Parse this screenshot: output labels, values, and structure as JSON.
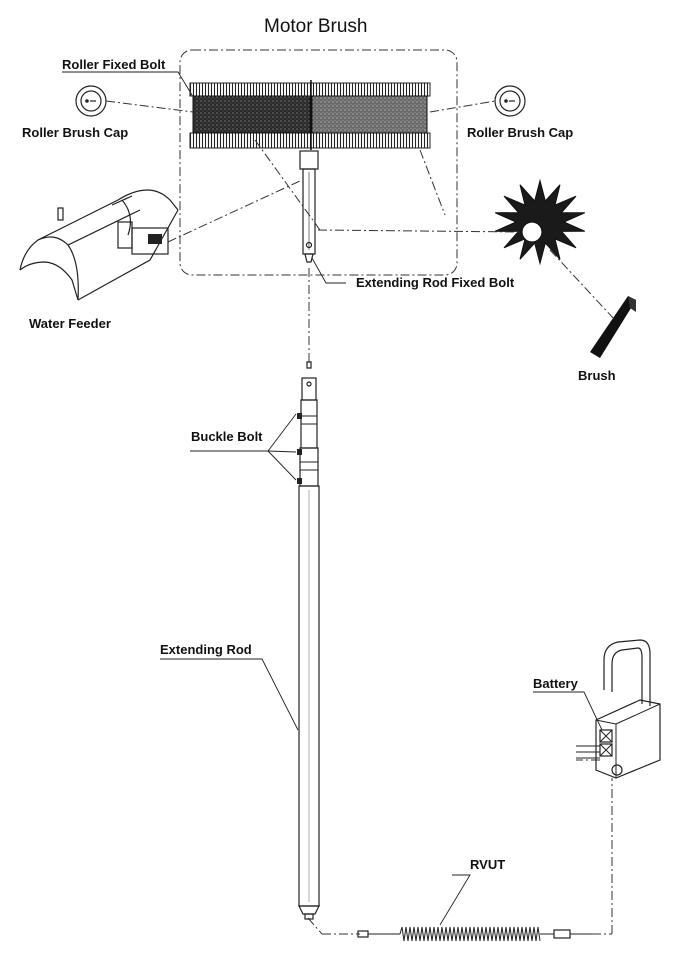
{
  "diagram": {
    "title": "Motor Brush",
    "labels": {
      "roller_fixed_bolt": "Roller Fixed Bolt",
      "roller_brush_cap_left": "Roller Brush Cap",
      "roller_brush_cap_right": "Roller Brush Cap",
      "water_feeder": "Water Feeder",
      "extending_rod_fixed_bolt": "Extending Rod Fixed Bolt",
      "brush": "Brush",
      "buckle_bolt": "Buckle Bolt",
      "extending_rod": "Extending Rod",
      "battery": "Battery",
      "rvut": "RVUT"
    }
  }
}
